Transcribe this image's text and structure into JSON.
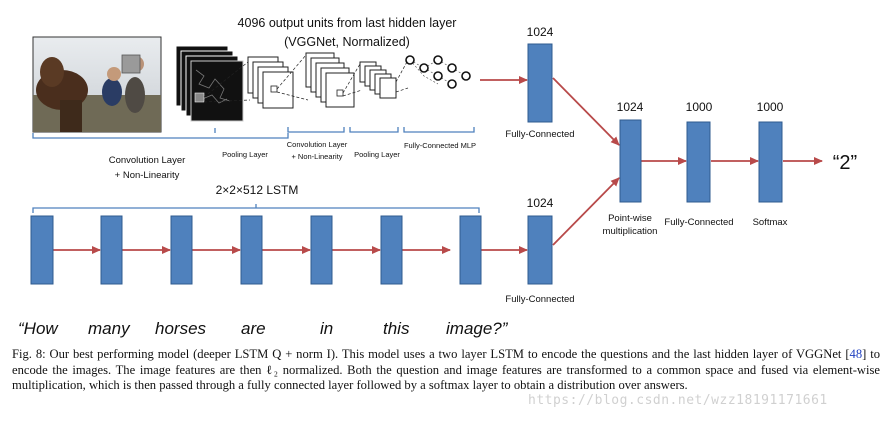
{
  "diagram": {
    "top_title_line1": "4096 output  units from last hidden layer",
    "top_title_line2": "(VGGNet, Normalized)",
    "cnn_labels": {
      "conv1_line1": "Convolution Layer",
      "conv1_line2": "+ Non-Linearity",
      "pool1": "Pooling Layer",
      "conv2_line1": "Convolution Layer",
      "conv2_line2": "+ Non-Linearity",
      "pool2": "Pooling  Layer",
      "mlp": "Fully-Connected MLP"
    },
    "image_fc": {
      "units": "1024",
      "label": "Fully-Connected"
    },
    "lstm_label": "2×2×512 LSTM",
    "question_fc": {
      "units": "1024",
      "label": "Fully-Connected"
    },
    "pointwise": {
      "units": "1024",
      "label_line1": "Point-wise",
      "label_line2": "multiplication"
    },
    "fc_final": {
      "units": "1000",
      "label": "Fully-Connected"
    },
    "softmax": {
      "units": "1000",
      "label": "Softmax"
    },
    "answer": "“2”",
    "question_words": [
      "“How",
      "many",
      "horses",
      "are",
      "in",
      "this",
      "image?”"
    ]
  },
  "caption": {
    "part1": "Fig. 8: Our best performing model (deeper LSTM Q + norm I). This model uses a two layer LSTM to encode the questions and the last hidden layer of VGGNet [",
    "ref": "48",
    "part2": "] to encode the images. The image features are then ℓ₂ normalized. Both the question and image features are transformed to a common space and fused via element-wise multiplication, which is then passed through a fully connected layer followed by a softmax layer to obtain a distribution over answers."
  },
  "watermark": "https://blog.csdn.net/wzz18191171661",
  "colors": {
    "box_fill": "#4f81bd",
    "box_stroke": "#2f5b8f",
    "arrow": "#b84a4a",
    "bracket": "#4f81bd"
  }
}
